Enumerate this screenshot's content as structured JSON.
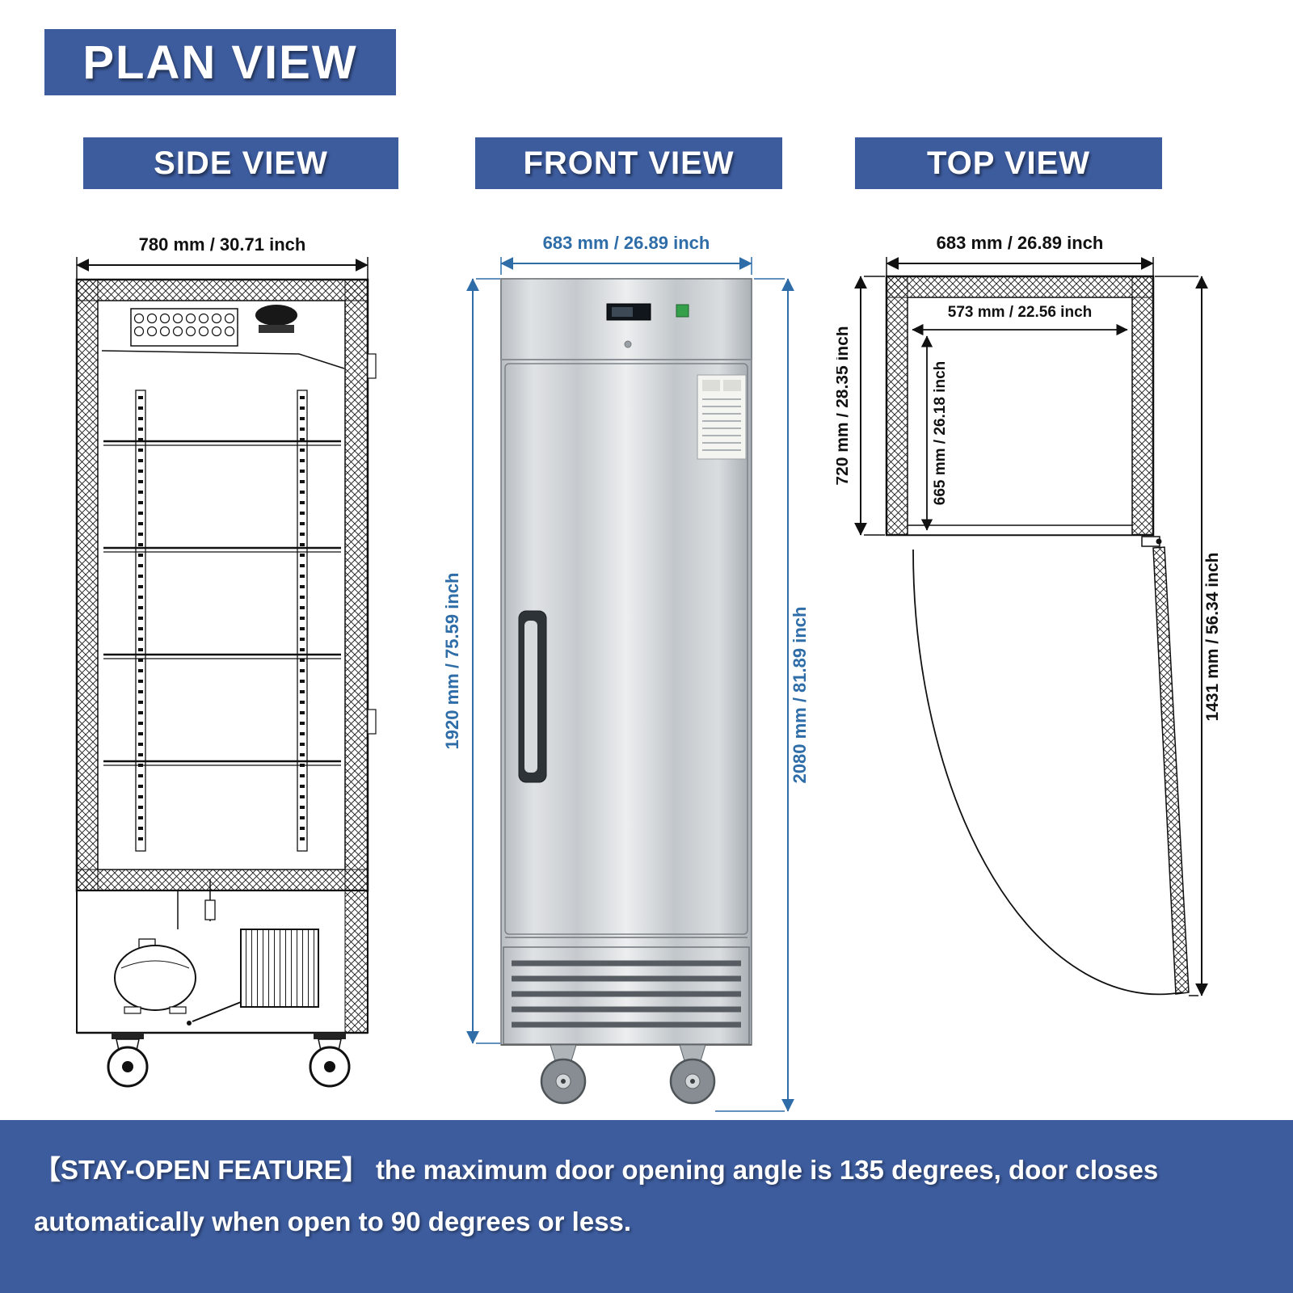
{
  "page": {
    "title": "PLAN VIEW",
    "footer": "【STAY-OPEN FEATURE】 the maximum door opening angle is 135 degrees, door closes automatically when open to 90 degrees or less."
  },
  "views": {
    "side": {
      "label": "SIDE VIEW",
      "width_dim": "780 mm / 30.71 inch"
    },
    "front": {
      "label": "FRONT VIEW",
      "width_dim": "683 mm / 26.89 inch",
      "height_left": "1920 mm / 75.59 inch",
      "height_right": "2080 mm / 81.89 inch"
    },
    "top": {
      "label": "TOP VIEW",
      "width_dim": "683 mm / 26.89 inch",
      "depth_left": "720 mm / 28.35 inch",
      "inner_width": "573 mm / 22.56 inch",
      "inner_depth": "665 mm / 26.18 inch",
      "total_depth": "1431 mm / 56.34 inch"
    }
  },
  "colors": {
    "banner_blue": "#3d5c9e",
    "dim_blue": "#2e6da8",
    "line_black": "#111111"
  }
}
